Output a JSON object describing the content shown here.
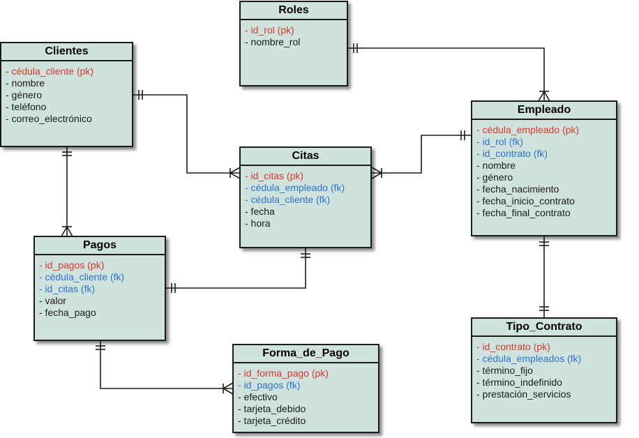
{
  "colors": {
    "entity_fill": "#cfe2de",
    "pk": "#d13b2a",
    "fk": "#2f73c9",
    "attr": "#1a1a1a",
    "line": "#1a1a1a"
  },
  "entities": {
    "roles": {
      "title": "Roles",
      "attributes": [
        "- id_rol (pk)",
        "- nombre_rol"
      ]
    },
    "clientes": {
      "title": "Clientes",
      "attributes": [
        "- cédula_cliente (pk)",
        "- nombre",
        "- género",
        "- teléfono",
        "- correo_electrónico"
      ]
    },
    "citas": {
      "title": "Citas",
      "attributes": [
        "- id_citas (pk)",
        "- cédula_empleado (fk)",
        "- cédula_cliente (fk)",
        "- fecha",
        "- hora"
      ]
    },
    "empleado": {
      "title": "Empleado",
      "attributes": [
        "- cédula_empleado (pk)",
        "- id_rol (fk)",
        "- id_contrato (fk)",
        "- nombre",
        "- género",
        "- fecha_nacimiento",
        "- fecha_inicio_contrato",
        "- fecha_final_contrato"
      ]
    },
    "pagos": {
      "title": "Pagos",
      "attributes": [
        "- id_pagos (pk)",
        "- cédula_cliente (fk)",
        "- id_citas (fk)",
        "- valor",
        "- fecha_pago"
      ]
    },
    "forma_de_pago": {
      "title": "Forma_de_Pago",
      "attributes": [
        "- id_forma_pago (pk)",
        "- id_pagos (fk)",
        "- efectivo",
        "- tarjeta_debido",
        "- tarjeta_crédito"
      ]
    },
    "tipo_contrato": {
      "title": "Tipo_Contrato",
      "attributes": [
        "- id_contrato (pk)",
        "- cédula_empleados (fk)",
        "- término_fijo",
        "- término_indefinido",
        "- prestación_servicios"
      ]
    }
  },
  "relationships": [
    {
      "from": "roles",
      "from_end": "one",
      "to": "empleado",
      "to_end": "many"
    },
    {
      "from": "clientes",
      "from_end": "one",
      "to": "citas",
      "to_end": "many"
    },
    {
      "from": "empleado",
      "from_end": "one",
      "to": "citas",
      "to_end": "many"
    },
    {
      "from": "clientes",
      "from_end": "one",
      "to": "pagos",
      "to_end": "many"
    },
    {
      "from": "citas",
      "from_end": "one",
      "to": "pagos",
      "to_end": "one"
    },
    {
      "from": "pagos",
      "from_end": "one",
      "to": "forma_de_pago",
      "to_end": "many"
    },
    {
      "from": "empleado",
      "from_end": "one",
      "to": "tipo_contrato",
      "to_end": "one"
    }
  ]
}
